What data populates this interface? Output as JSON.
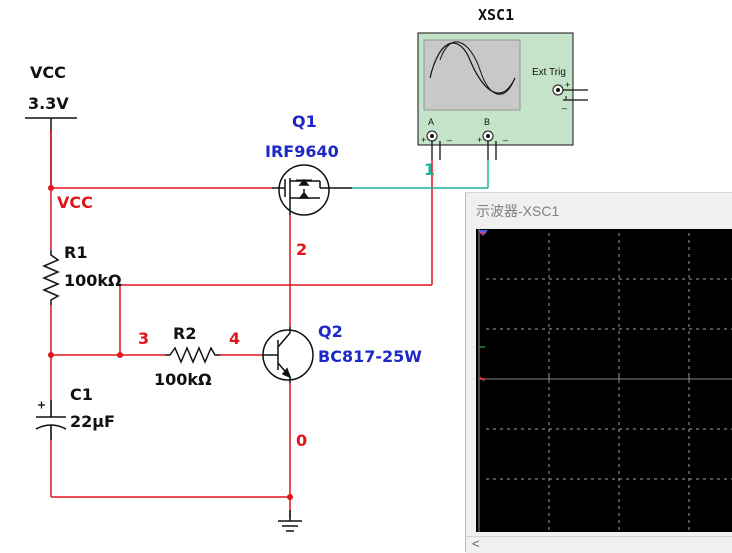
{
  "components": {
    "vcc_source": {
      "name": "VCC",
      "value": "3.3V"
    },
    "vcc_net_label": "VCC",
    "q1": {
      "ref": "Q1",
      "part": "IRF9640"
    },
    "q2": {
      "ref": "Q2",
      "part": "BC817-25W"
    },
    "r1": {
      "ref": "R1",
      "value": "100kΩ"
    },
    "r2": {
      "ref": "R2",
      "value": "100kΩ"
    },
    "c1": {
      "ref": "C1",
      "value": "22µF"
    },
    "xsc1": {
      "ref": "XSC1",
      "ext_trig": "Ext Trig",
      "ch_a": "A",
      "ch_b": "B",
      "plus": "+",
      "minus": "_"
    }
  },
  "nodes": [
    "1",
    "2",
    "3",
    "4",
    "0"
  ],
  "scope_window": {
    "title": "示波器-XSC1",
    "scroll_left": "<"
  },
  "colors": {
    "wire_red": "#e0141a",
    "wire_teal": "#1fb39a",
    "component_blue": "#1d28c8",
    "scope_green": "#c5e3c8",
    "grid": "#a0a0a0"
  }
}
